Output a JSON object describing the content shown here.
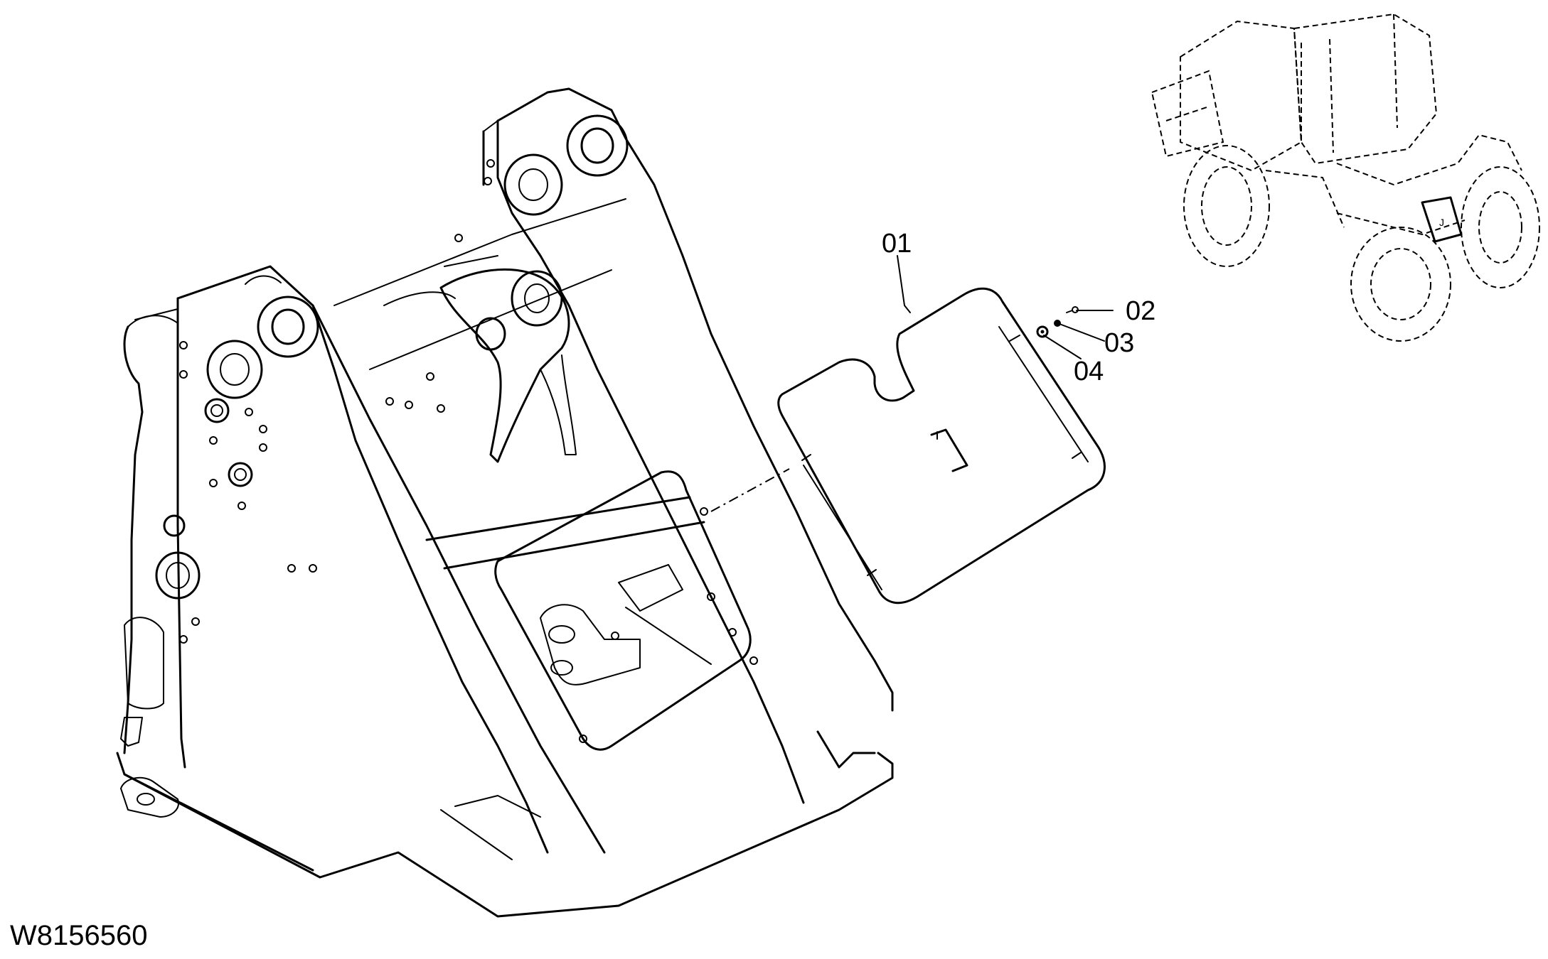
{
  "drawing_id": "W8156560",
  "callouts": [
    {
      "label": "01"
    },
    {
      "label": "02"
    },
    {
      "label": "03"
    },
    {
      "label": "04"
    }
  ],
  "inset_panel_label": "J"
}
